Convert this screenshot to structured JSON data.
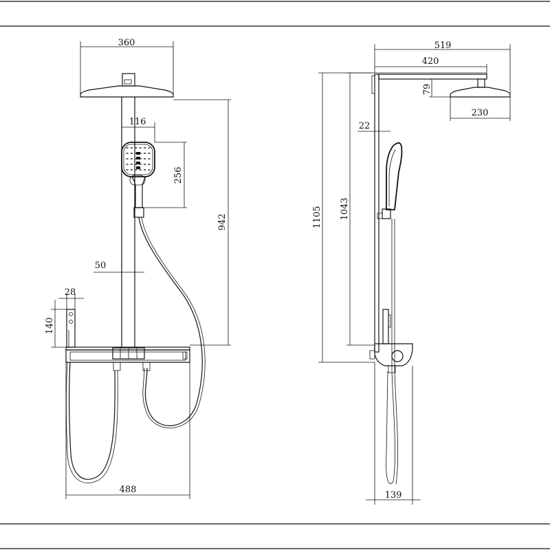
{
  "colors": {
    "line": "#111111",
    "background": "#ffffff",
    "nozzle": "#666666"
  },
  "front_view": {
    "dimensions": {
      "overhead_width": "360",
      "handheld_width": "116",
      "handheld_height": "256",
      "height_to_overhead": "942",
      "pipe_diameter": "50",
      "control_depth": "28",
      "control_height": "140",
      "console_width": "488"
    }
  },
  "side_view": {
    "dimensions": {
      "total_reach": "519",
      "arm_length": "420",
      "head_offset": "79",
      "head_diameter": "230",
      "wall_gap": "22",
      "total_height": "1105",
      "column_height": "1043",
      "projection": "139"
    }
  }
}
